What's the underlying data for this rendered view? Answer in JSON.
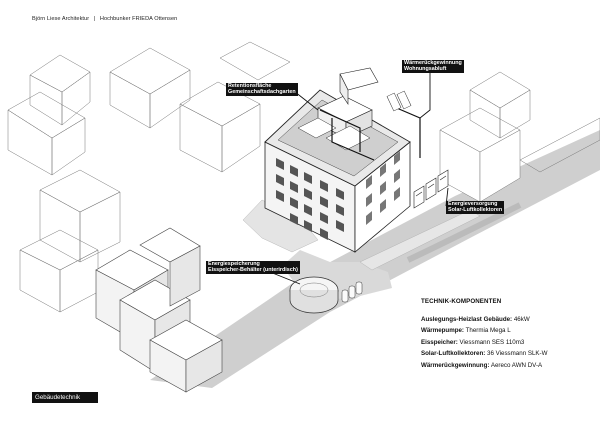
{
  "header": {
    "architect": "Björn Liese Architektur",
    "separator": "|",
    "project": "Hochbunker FRIEDA Ottensen"
  },
  "callouts": {
    "retention": {
      "line1": "Retentionsfläche",
      "line2": "Gemeinschaftsdachgarten"
    },
    "heat_recovery": {
      "line1": "Wärmerückgewinnung",
      "line2": "Wohnungsabluft"
    },
    "energy_supply": {
      "line1": "Energieversorgung",
      "line2": "Solar-Luftkollektoren"
    },
    "energy_storage": {
      "line1": "Energiespeicherung",
      "line2": "Eisspeicher-Behälter (unterirdisch)"
    }
  },
  "tech": {
    "title": "TECHNIK-KOMPONENTEN",
    "rows": [
      {
        "label": "Auslegungs-Heizlast Gebäude:",
        "value": "46kW"
      },
      {
        "label": "Wärmepumpe:",
        "value": "Thermia Mega L"
      },
      {
        "label": "Eisspeicher:",
        "value": "Viessmann SES 110m3"
      },
      {
        "label": "Solar-Luftkollektoren:",
        "value": "36 Viessmann SLK-W"
      },
      {
        "label": "Wärmerückgewinnung:",
        "value": "Aereco AWN DV-A"
      }
    ]
  },
  "footer": {
    "label": "Gebäudetechnik"
  },
  "colors": {
    "ground": "#cfcfcf",
    "path": "#e2e2e2",
    "line": "#222222",
    "label_bg": "#111111"
  }
}
